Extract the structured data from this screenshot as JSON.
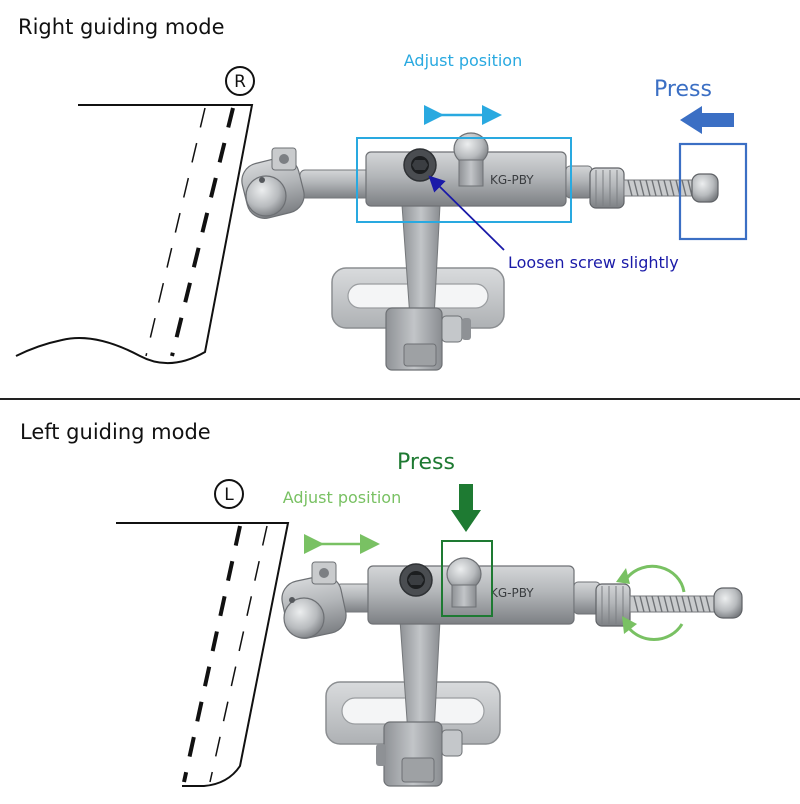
{
  "top": {
    "mode_title": "Right guiding mode",
    "badge_letter": "R",
    "adjust_label": "Adjust position",
    "press_label": "Press",
    "screw_label": "Loosen screw slightly",
    "plate_marking": "KG-PBY"
  },
  "bottom": {
    "mode_title": "Left guiding mode",
    "badge_letter": "L",
    "adjust_label": "Adjust position",
    "press_label": "Press",
    "plate_marking": "KG-PBY"
  },
  "colors": {
    "cyan": "#29a9e0",
    "blue": "#3b6fc4",
    "navy": "#1a1aa8",
    "dark_green": "#1e7a32",
    "light_green": "#79c163",
    "metal": "#a9acaf",
    "metal_dark": "#6f7276"
  }
}
